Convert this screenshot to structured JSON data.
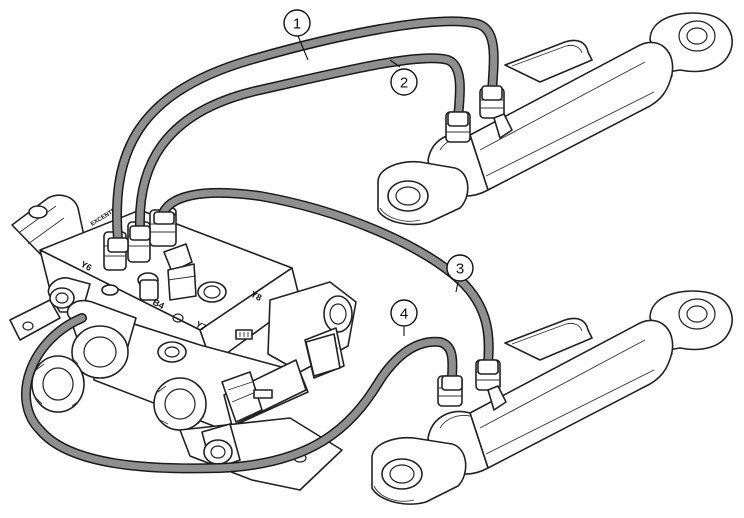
{
  "callouts": [
    {
      "id": "1",
      "label": "1"
    },
    {
      "id": "2",
      "label": "2"
    },
    {
      "id": "3",
      "label": "3"
    },
    {
      "id": "4",
      "label": "4"
    }
  ],
  "ports": {
    "y6": "Y6",
    "y7": "Y7",
    "y8": "Y8",
    "b4": "B4"
  },
  "valve_label": "EXCENTR"
}
